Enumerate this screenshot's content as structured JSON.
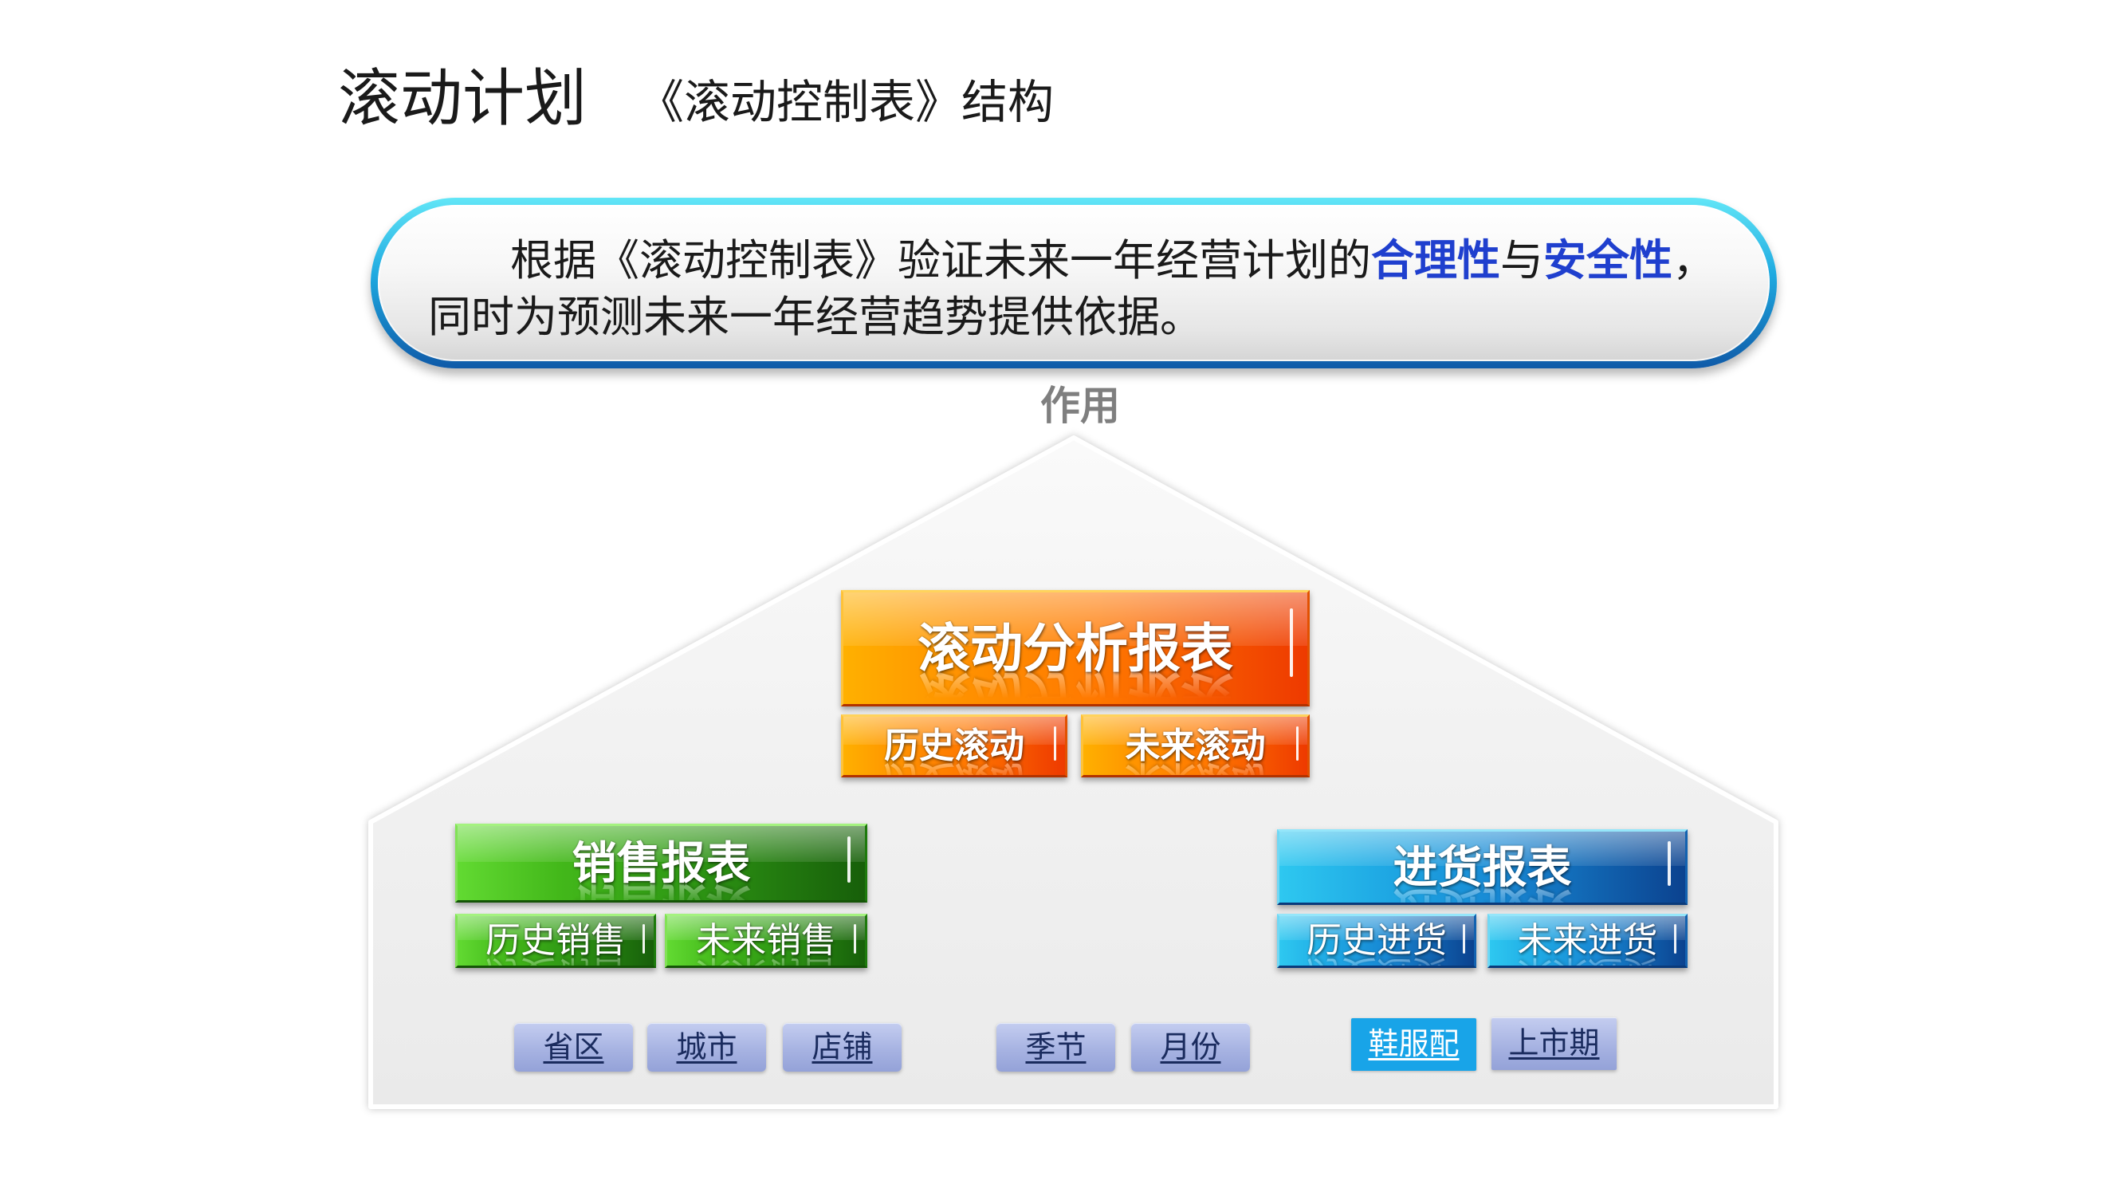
{
  "slide": {
    "title": "滚动计划",
    "subtitle": "《滚动控制表》结构"
  },
  "callout": {
    "line1": {
      "text_before": "根据《滚动控制表》验证未来一年经营计划的",
      "emphasis_1": "合理性",
      "text_between": "与",
      "emphasis_2": "安全性",
      "text_after": "，"
    },
    "line2": "同时为预测未来一年经营趋势提供依据。"
  },
  "role_label": "作用",
  "reports": {
    "rolling": {
      "title": "滚动分析报表",
      "history": "历史滚动",
      "future": "未来滚动"
    },
    "sales": {
      "title": "销售报表",
      "history": "历史销售",
      "future": "未来销售"
    },
    "purchase": {
      "title": "进货报表",
      "history": "历史进货",
      "future": "未来进货"
    }
  },
  "dimension_links": [
    {
      "label": "省区"
    },
    {
      "label": "城市"
    },
    {
      "label": "店铺"
    },
    {
      "label": "季节"
    },
    {
      "label": "月份"
    },
    {
      "label": "鞋服配",
      "highlighted": true
    },
    {
      "label": "上市期"
    }
  ],
  "colors": {
    "body_text": "#1a1a1a",
    "emphasis_text": "#1f3fce",
    "role_label": "#7f7f7f",
    "callout_border": "#1ea9e0",
    "rolling_report": "#ff7800",
    "sales_report": "#2f9914",
    "purchase_report": "#1787d3",
    "dimension_link": "#a7b3e2",
    "dimension_link_highlighted": "#18a4e8",
    "dimension_link_text": "#1a2b5e"
  }
}
